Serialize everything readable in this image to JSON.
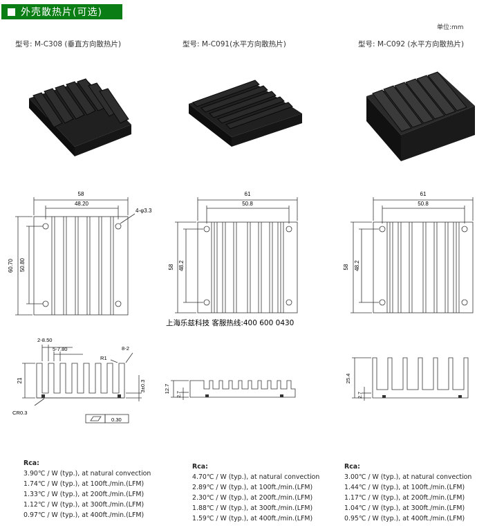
{
  "header": {
    "title": "外壳散热片(可选)"
  },
  "unit_label": "单位:mm",
  "contact": "上海乐兹科技 客服热线:400 600 0430",
  "products": [
    {
      "model": "型号: M-C308 (垂直方向散热片)",
      "dims": {
        "width": "58",
        "hole_span": "48.20",
        "height": "60.70",
        "hole_vspan": "50.80",
        "hole": "4-φ3.3"
      },
      "profile": {
        "pitch": "2-8.50",
        "fin": "5-7.80",
        "radius": "R1",
        "slot": "8-2",
        "height": "21",
        "base": "3±0.3",
        "chamfer": "CR0.3",
        "flatness": "0.30"
      },
      "rca_title": "Rca:",
      "rca": [
        "3.90℃ / W (typ.), at natural convection",
        "1.74℃ / W (typ.), at 100ft./min.(LFM)",
        "1.33℃ / W (typ.), at 200ft./min.(LFM)",
        "1.12℃ / W (typ.), at 300ft./min.(LFM)",
        "0.97℃ / W (typ.), at 400ft./min.(LFM)"
      ]
    },
    {
      "model": "型号: M-C091(水平方向散热片)",
      "dims": {
        "width": "61",
        "hole_span": "50.8",
        "height": "58",
        "hole_vspan": "48.2"
      },
      "profile": {
        "height": "12.7",
        "base": "2.7"
      },
      "rca_title": "Rca:",
      "rca": [
        "4.70℃ / W (typ.), at natural convection",
        "2.89℃ / W (typ.), at 100ft./min.(LFM)",
        "2.30℃ / W (typ.), at 200ft./min.(LFM)",
        "1.88℃ / W (typ.), at 300ft./min.(LFM)",
        "1.59℃ / W (typ.), at 400ft./min.(LFM)"
      ]
    },
    {
      "model": "型号: M-C092 (水平方向散热片)",
      "dims": {
        "width": "61",
        "hole_span": "50.8",
        "height": "58",
        "hole_vspan": "48.2"
      },
      "profile": {
        "height": "25.4",
        "base": "2.7"
      },
      "rca_title": "Rca:",
      "rca": [
        "3.00℃ / W (typ.), at natural convection",
        "1.44℃ / W (typ.), at 100ft./min.(LFM)",
        "1.17℃ / W (typ.), at 200ft./min.(LFM)",
        "1.04℃ / W (typ.), at 300ft./min.(LFM)",
        "0.95℃ / W (typ.), at 400ft./min.(LFM)"
      ]
    }
  ]
}
